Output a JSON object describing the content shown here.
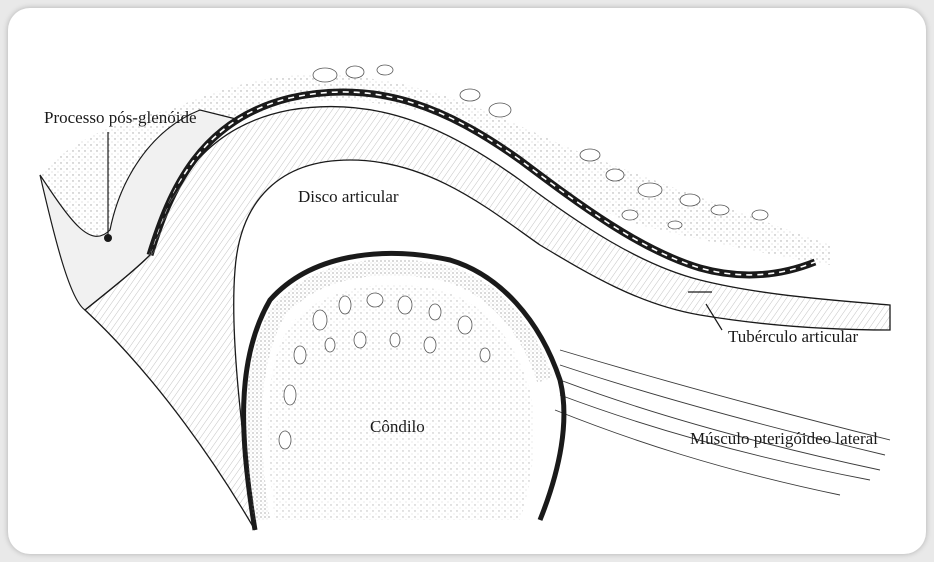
{
  "labels": {
    "postglenoid_process": "Processo pós-glenóide",
    "articular_disc": "Disco articular",
    "articular_tubercle": "Tubérculo articular",
    "condyle": "Côndilo",
    "lateral_pterygoid": "Músculo pterigóideo lateral"
  },
  "colors": {
    "ink": "#1a1a1a",
    "bone_shade": "#cfcfcf",
    "stipple": "#9a9a9a",
    "background": "#ffffff"
  }
}
